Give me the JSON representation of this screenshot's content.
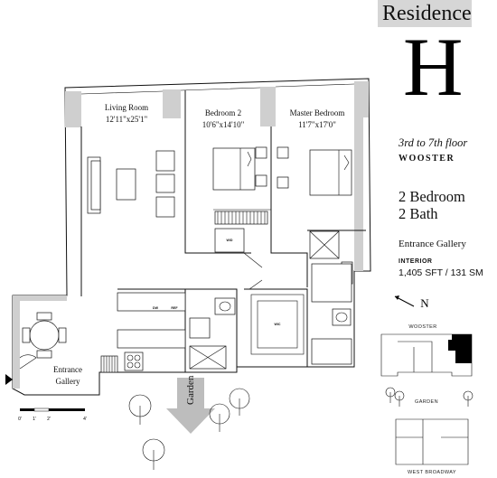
{
  "residence": {
    "title": "Residence",
    "letter": "H",
    "floors": "3rd to 7th floor",
    "building": "WOOSTER",
    "bedrooms": "2 Bedroom",
    "baths": "2 Bath",
    "entry": "Entrance Gallery",
    "interior_label": "INTERIOR",
    "area": "1,405 SFT / 131 SM",
    "north": "N"
  },
  "rooms": {
    "living": {
      "name": "Living Room",
      "dims": "12'11\"x25'1\""
    },
    "bed2": {
      "name": "Bedroom 2",
      "dims": "10'6\"x14'10\""
    },
    "master": {
      "name": "Master Bedroom",
      "dims": "11'7\"x17'0\""
    },
    "entrance": {
      "name1": "Entrance",
      "name2": "Gallery"
    },
    "garden_arrow": "Garden"
  },
  "fixtures": {
    "wd": "W/D",
    "dw": "DW",
    "ref": "REF",
    "wic": "WIC"
  },
  "scale": {
    "t0": "0'",
    "t1": "1'",
    "t2": "2'",
    "t4": "4'"
  },
  "keymap": {
    "top_street": "WOOSTER",
    "middle": "GARDEN",
    "bottom_street": "WEST BROADWAY"
  },
  "colors": {
    "wall": "#cfcfcf",
    "brand_bg": "#d6d6d6",
    "garden_arrow": "#bdbdbd",
    "highlight": "#000000"
  }
}
